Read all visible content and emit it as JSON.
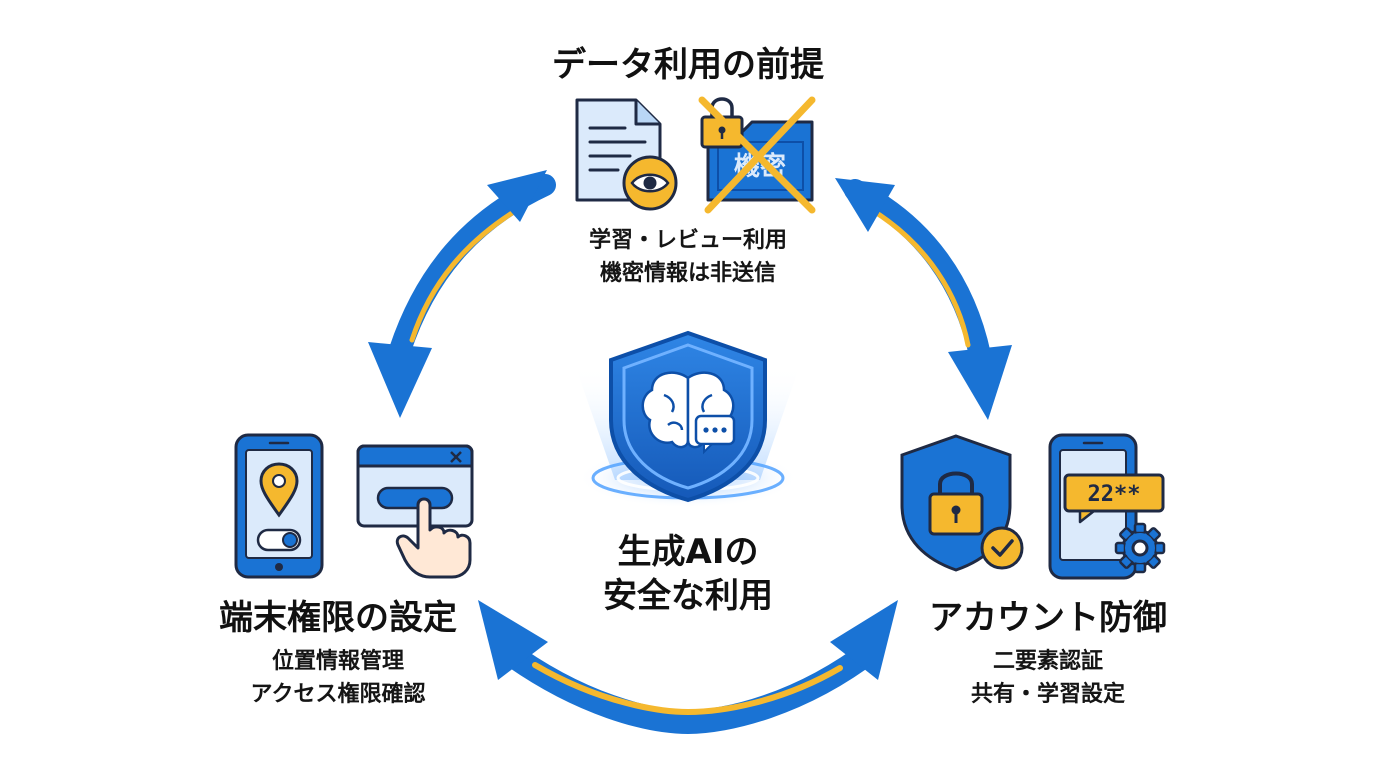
{
  "top": {
    "title": "データ利用の前提",
    "lines": [
      "学習・レビュー利用",
      "機密情報は非送信"
    ],
    "folder_label": "機密"
  },
  "left": {
    "title": "端末権限の設定",
    "lines": [
      "位置情報管理",
      "アクセス権限確認"
    ]
  },
  "right": {
    "title": "アカウント防御",
    "lines": [
      "二要素認証",
      "共有・学習設定"
    ],
    "code_text": "22**"
  },
  "center": {
    "lines": [
      "生成AIの",
      "安全な利用"
    ]
  },
  "colors": {
    "blue": "#1a73d4",
    "blue_dark": "#0d4fa8",
    "blue_light": "#dbeafb",
    "amber": "#f5b82e",
    "ink": "#1f2a44"
  }
}
